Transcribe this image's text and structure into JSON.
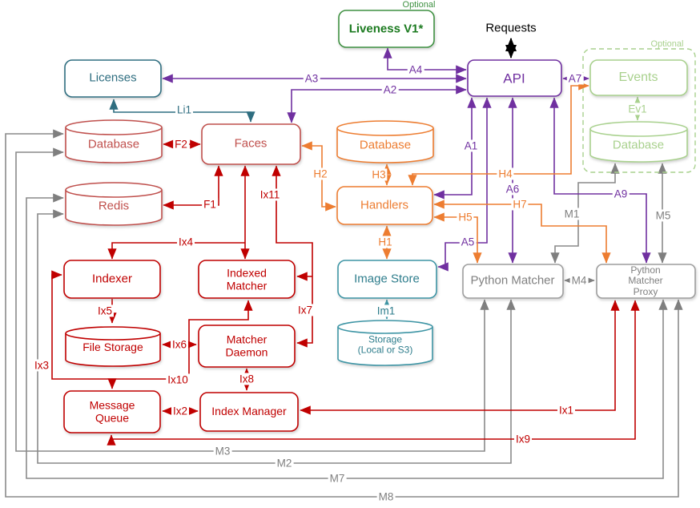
{
  "diagram": {
    "requests_label": "Requests",
    "optional_liveness_label": "Optional",
    "optional_events_label": "Optional"
  },
  "palette": {
    "purple": "#7030A0",
    "orange": "#ED7D31",
    "red": "#C00000",
    "gray": "#7f7f7f",
    "teal": "#2F6E80",
    "cyan": "#2E7D8C",
    "light_green": "#A9D18E",
    "brick_red": "#C0504D",
    "green": "#1b7a1f",
    "black": "#000000"
  },
  "nodes": {
    "liveness": {
      "label": "Liveness V1*",
      "type": "box",
      "color": "#1b7a1f"
    },
    "api": {
      "label": "API",
      "type": "box",
      "color": "#7030A0"
    },
    "events": {
      "label": "Events",
      "type": "box",
      "color": "#A9D18E"
    },
    "db_green": {
      "label": "Database",
      "type": "cylinder",
      "color": "#A9D18E"
    },
    "licenses": {
      "label": "Licenses",
      "type": "box",
      "color": "#2F6E80"
    },
    "db_red": {
      "label": "Database",
      "type": "cylinder",
      "color": "#C0504D"
    },
    "faces": {
      "label": "Faces",
      "type": "box",
      "color": "#C0504D"
    },
    "redis": {
      "label": "Redis",
      "type": "cylinder",
      "color": "#C0504D"
    },
    "db_orange": {
      "label": "Database",
      "type": "cylinder",
      "color": "#ED7D31"
    },
    "handlers": {
      "label": "Handlers",
      "type": "box",
      "color": "#ED7D31"
    },
    "image_store": {
      "label": "Image Store",
      "type": "box",
      "color": "#2E7D8C"
    },
    "storage": {
      "label": "Storage\n(Local or S3)",
      "type": "cylinder",
      "color": "#2E7D8C"
    },
    "python_matcher": {
      "label": "Python Matcher",
      "type": "box",
      "color": "#7f7f7f"
    },
    "python_matcher_proxy": {
      "label": "Python Matcher\nProxy",
      "type": "box",
      "color": "#7f7f7f"
    },
    "indexer": {
      "label": "Indexer",
      "type": "box",
      "color": "#C00000"
    },
    "indexed_matcher": {
      "label": "Indexed\nMatcher",
      "type": "box",
      "color": "#C00000"
    },
    "file_storage": {
      "label": "File Storage",
      "type": "cylinder",
      "color": "#C00000"
    },
    "matcher_daemon": {
      "label": "Matcher\nDaemon",
      "type": "box",
      "color": "#C00000"
    },
    "message_queue": {
      "label": "Message\nQueue",
      "type": "box",
      "color": "#C00000"
    },
    "index_manager": {
      "label": "Index Manager",
      "type": "box",
      "color": "#C00000"
    }
  },
  "connectors": {
    "A1": {
      "label": "A1"
    },
    "A2": {
      "label": "A2"
    },
    "A3": {
      "label": "A3"
    },
    "A4": {
      "label": "A4"
    },
    "A5": {
      "label": "A5"
    },
    "A6": {
      "label": "A6"
    },
    "A7": {
      "label": "A7"
    },
    "A9": {
      "label": "A9"
    },
    "H1": {
      "label": "H1"
    },
    "H2": {
      "label": "H2"
    },
    "H3": {
      "label": "H3"
    },
    "H4": {
      "label": "H4"
    },
    "H5": {
      "label": "H5"
    },
    "H7": {
      "label": "H7"
    },
    "F1": {
      "label": "F1"
    },
    "F2": {
      "label": "F2"
    },
    "Li1": {
      "label": "Li1"
    },
    "Ev1": {
      "label": "Ev1"
    },
    "Im1": {
      "label": "Im1"
    },
    "Ix1": {
      "label": "Ix1"
    },
    "Ix2": {
      "label": "Ix2"
    },
    "Ix3": {
      "label": "Ix3"
    },
    "Ix4": {
      "label": "Ix4"
    },
    "Ix5": {
      "label": "Ix5"
    },
    "Ix6": {
      "label": "Ix6"
    },
    "Ix7": {
      "label": "Ix7"
    },
    "Ix8": {
      "label": "Ix8"
    },
    "Ix9": {
      "label": "Ix9"
    },
    "Ix10": {
      "label": "Ix10"
    },
    "Ix11": {
      "label": "Ix11"
    },
    "M1": {
      "label": "M1"
    },
    "M2": {
      "label": "M2"
    },
    "M3": {
      "label": "M3"
    },
    "M4": {
      "label": "M4"
    },
    "M5": {
      "label": "M5"
    },
    "M7": {
      "label": "M7"
    },
    "M8": {
      "label": "M8"
    }
  }
}
